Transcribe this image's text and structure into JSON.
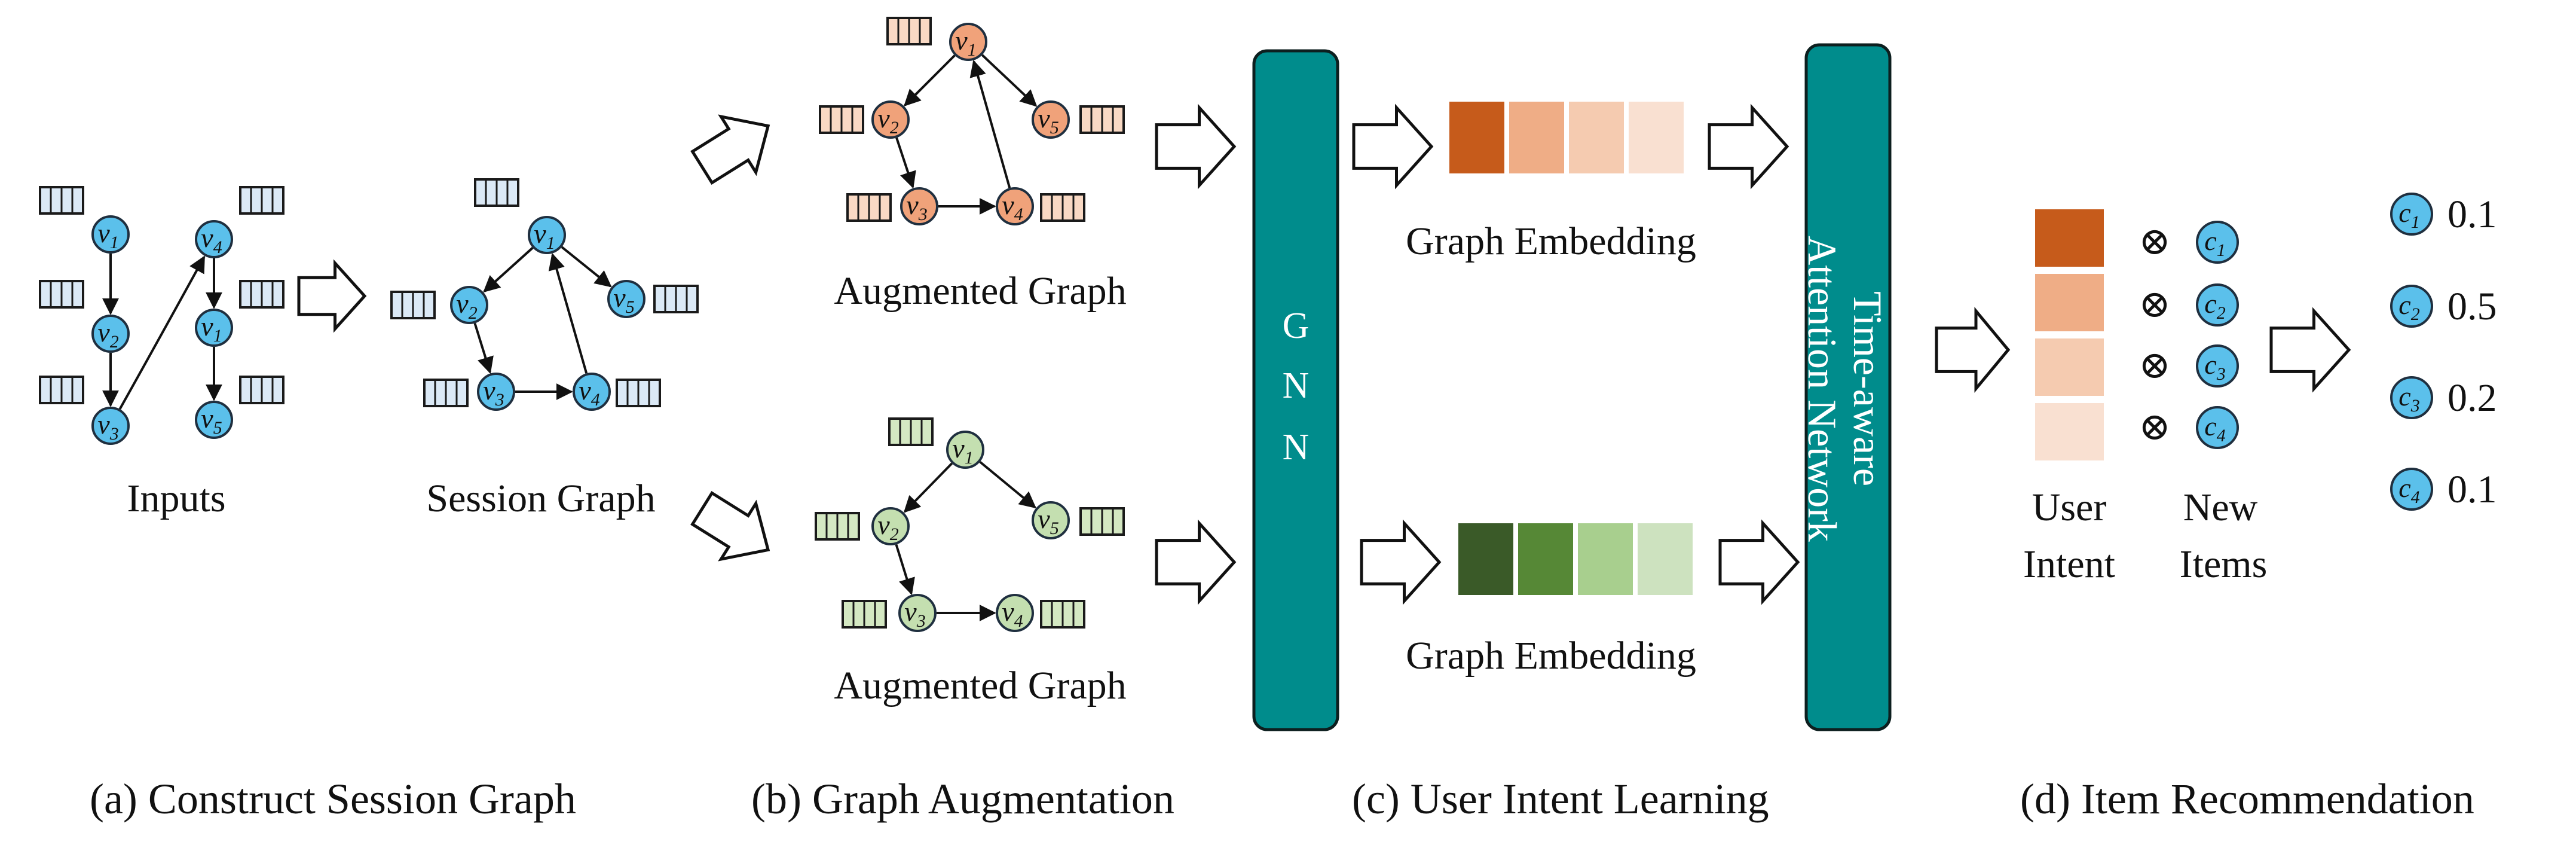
{
  "colors": {
    "blue_node": "#5bc0eb",
    "node_stroke": "#1f2f3f",
    "orange_node": "#f0a27a",
    "green_node": "#c4dfb0",
    "teal_box": "#008c8c",
    "feat_blue": "#dbe9f6",
    "feat_orange": "#f9d9c4",
    "feat_green": "#d4e8c2",
    "orange_embed": [
      "#c65b1b",
      "#efad86",
      "#f5cbb0",
      "#f9e0d1"
    ],
    "green_embed": [
      "#3a5a28",
      "#568836",
      "#a8cf8e",
      "#cde2bf"
    ]
  },
  "node_symbol": "v",
  "item_symbol": "c",
  "nodes": {
    "inputs": [
      "1",
      "2",
      "3",
      "4",
      "1",
      "5"
    ],
    "session": [
      "1",
      "2",
      "3",
      "4",
      "5"
    ],
    "aug_top": [
      "1",
      "2",
      "3",
      "4",
      "5"
    ],
    "aug_bottom": [
      "1",
      "2",
      "3",
      "4",
      "5"
    ],
    "new_items": [
      "1",
      "2",
      "3",
      "4"
    ],
    "scores": [
      "1",
      "2",
      "3",
      "4"
    ]
  },
  "labels": {
    "inputs": "Inputs",
    "session_graph": "Session Graph",
    "augmented_graph_top": "Augmented Graph",
    "augmented_graph_bottom": "Augmented Graph",
    "gnn": [
      "G",
      "N",
      "N"
    ],
    "graph_embedding_top": "Graph Embedding",
    "graph_embedding_bottom": "Graph Embedding",
    "attention": [
      "Time-aware",
      "Attention Network"
    ],
    "user_intent": [
      "User",
      "Intent"
    ],
    "new_items": [
      "New",
      "Items"
    ],
    "times_symbol": "⊗"
  },
  "scores": [
    "0.1",
    "0.5",
    "0.2",
    "0.1"
  ],
  "captions": {
    "a": "(a) Construct Session Graph",
    "b": "(b) Graph Augmentation",
    "c": "(c) User Intent Learning",
    "d": "(d) Item Recommendation"
  }
}
